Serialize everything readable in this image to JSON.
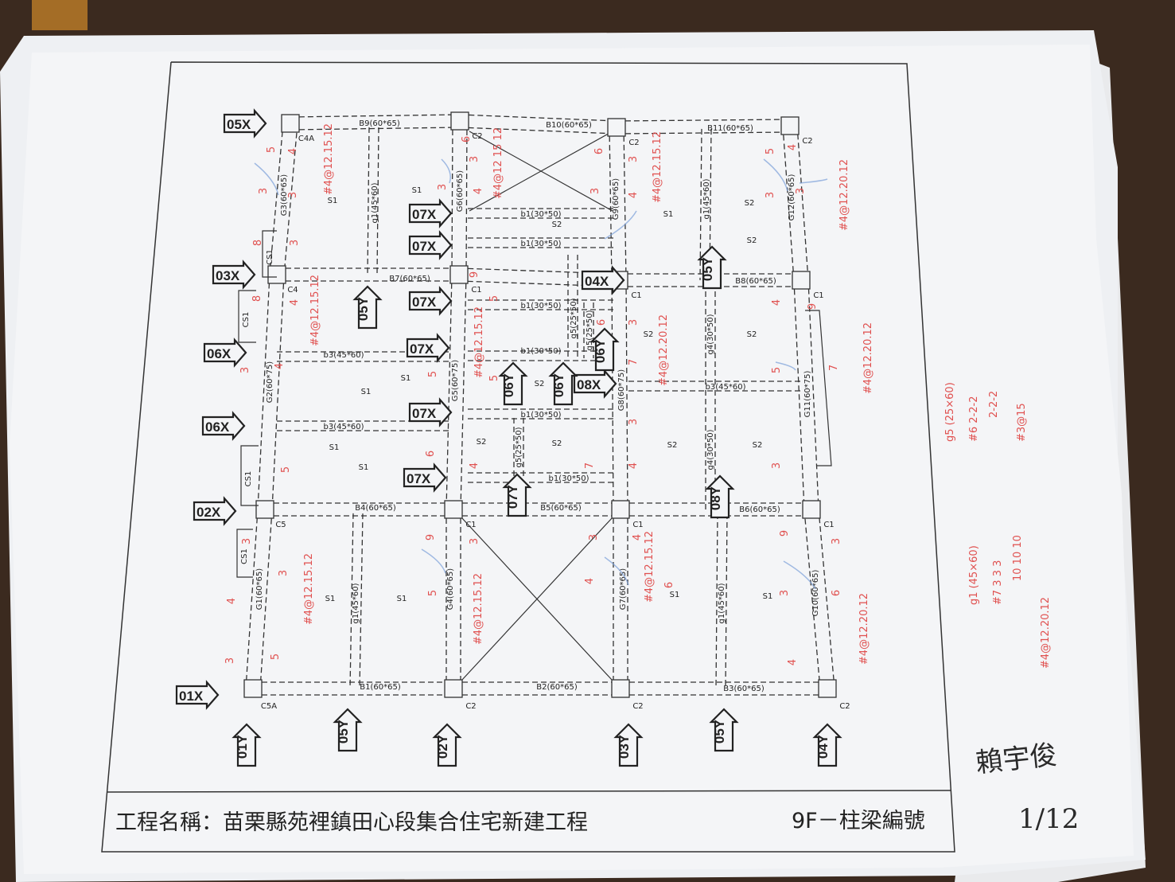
{
  "title_block": {
    "project_label": "工程名稱：苗栗縣苑裡鎮田心段集合住宅新建工程",
    "sheet_label": "9F－柱梁編號"
  },
  "signature": {
    "name": "賴宇俊",
    "date": "1/12"
  },
  "beams": [
    "B9(60*65)",
    "B10(60*65)",
    "B11(60*65)",
    "B7(60*65)",
    "B8(60*65)",
    "B4(60*65)",
    "B5(60*65)",
    "B6(60*65)",
    "B1(60*65)",
    "B2(60*65)",
    "B3(60*65)"
  ],
  "girders": [
    "G3(60*65)",
    "G6(60*65)",
    "G9(60*65)",
    "G12(60*65)",
    "G2(60*75)",
    "G5(60*75)",
    "G8(60*75)",
    "G11(60*75)",
    "G1(60*65)",
    "G4(60*65)",
    "G7(60*65)",
    "G10(60*65)"
  ],
  "secondary_vertical": [
    "g1(45*60)",
    "g1(45*60)",
    "g4(30*50)",
    "g4(30*50)",
    "g5(25*50)",
    "g5(25*50)",
    "g1(45*60)",
    "g1(45*60)",
    "g5(25*50)"
  ],
  "secondary_horizontal": [
    "b1(30*50)",
    "b1(30*50)",
    "b1(30*50)",
    "b1(30*50)",
    "b1(30*50)",
    "b1(30*50)",
    "b3(45*60)",
    "b3(45*60)",
    "b3(45*60)"
  ],
  "columns": [
    "C4A",
    "C2",
    "C2",
    "C2",
    "C4",
    "C1",
    "C1",
    "C1",
    "C5",
    "C1",
    "C1",
    "C1",
    "C5A",
    "C2",
    "C2",
    "C2"
  ],
  "slabs": [
    "S1",
    "S1",
    "S2",
    "S1",
    "S2",
    "S2",
    "S2",
    "S1",
    "S2",
    "S1",
    "S2",
    "S2",
    "S2",
    "S1",
    "S1",
    "S1",
    "S1",
    "S1",
    "S1",
    "S2",
    "S2"
  ],
  "cantilever_slabs": [
    "CS1",
    "CS1",
    "CS1",
    "CS1"
  ],
  "x_markers": [
    "05X",
    "03X",
    "06X",
    "06X",
    "02X",
    "01X",
    "07X",
    "07X",
    "07X",
    "07X",
    "07X",
    "07X",
    "04X",
    "08X"
  ],
  "y_markers": [
    "01Y",
    "05Y",
    "02Y",
    "03Y",
    "05Y",
    "04Y",
    "05Y",
    "05Y",
    "06Y",
    "06Y",
    "06Y",
    "07Y",
    "08Y"
  ],
  "red_notes_plan": [
    "#4@12.15.12",
    "#4@12 15 12",
    "#4@12.15.12",
    "#4@12.20.12",
    "#4@12.15.12",
    "#4@12.15.12",
    "#4@12.20.12",
    "#4@12.20.12",
    "#4@12.15.12",
    "#4@12.15.12",
    "#4@12.15.12",
    "#4@12.20.12"
  ],
  "red_numbers": [
    "5",
    "4",
    "3",
    "3",
    "6",
    "3",
    "3",
    "4",
    "6",
    "3",
    "3",
    "4",
    "5",
    "4",
    "3",
    "3",
    "8",
    "3",
    "8",
    "4",
    "3",
    "4",
    "5",
    "9",
    "5",
    "5",
    "6",
    "3",
    "3",
    "7",
    "4",
    "9",
    "5",
    "7",
    "5",
    "6",
    "4",
    "7",
    "4",
    "3",
    "3",
    "9",
    "3",
    "3",
    "4",
    "9",
    "3",
    "4",
    "3",
    "5",
    "4",
    "6",
    "3",
    "6",
    "3",
    "5",
    "4"
  ],
  "side_notes": [
    {
      "label": "g5 (25×60)",
      "line1": "#6 2-2-2",
      "line2": "2-2-2",
      "line3": "#3@15"
    },
    {
      "label": "g1 (45×60)",
      "line1": "#7 3 3 3",
      "line2": "10 10 10",
      "line3": "#4@12.20.12"
    }
  ],
  "colors": {
    "ink": "#222222",
    "red": "#e0504f",
    "paper": "#f4f5f7",
    "table": "#3b2a1f"
  }
}
